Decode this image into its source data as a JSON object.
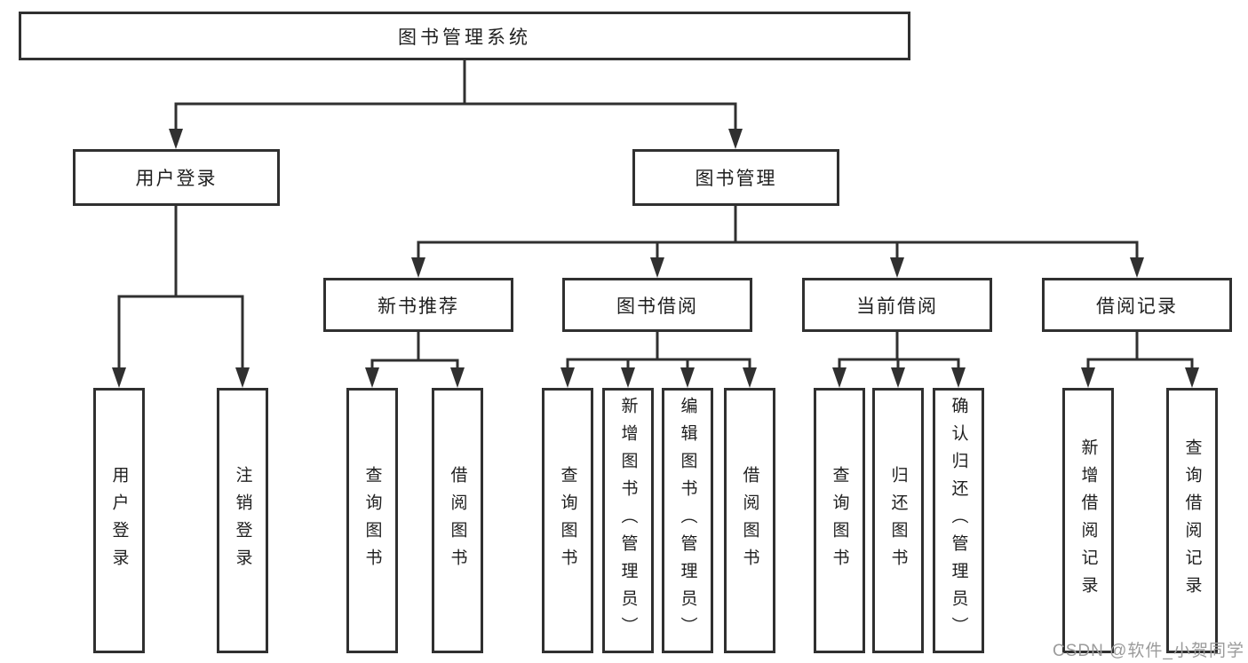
{
  "diagram": {
    "root": {
      "label": "图书管理系统"
    },
    "level2": [
      {
        "label": "用户登录"
      },
      {
        "label": "图书管理"
      }
    ],
    "level3": [
      {
        "label": "新书推荐"
      },
      {
        "label": "图书借阅"
      },
      {
        "label": "当前借阅"
      },
      {
        "label": "借阅记录"
      }
    ],
    "leaves": [
      {
        "parent": "用户登录",
        "label": "用户登录"
      },
      {
        "parent": "用户登录",
        "label": "注销登录"
      },
      {
        "parent": "新书推荐",
        "label": "查询图书"
      },
      {
        "parent": "新书推荐",
        "label": "借阅图书"
      },
      {
        "parent": "图书借阅",
        "label": "查询图书"
      },
      {
        "parent": "图书借阅",
        "label": "新增图书（管理员）"
      },
      {
        "parent": "图书借阅",
        "label": "编辑图书（管理员）"
      },
      {
        "parent": "图书借阅",
        "label": "借阅图书"
      },
      {
        "parent": "当前借阅",
        "label": "查询图书"
      },
      {
        "parent": "当前借阅",
        "label": "归还图书"
      },
      {
        "parent": "当前借阅",
        "label": "确认归还（管理员）"
      },
      {
        "parent": "借阅记录",
        "label": "新增借阅记录"
      },
      {
        "parent": "借阅记录",
        "label": "查询借阅记录"
      }
    ],
    "colors": {
      "line": "#303030",
      "text": "#1f1f1f",
      "background": "#ffffff",
      "watermark": "#9b9b9b"
    }
  },
  "watermark": {
    "text": "CSDN @软件_小贺同学"
  }
}
